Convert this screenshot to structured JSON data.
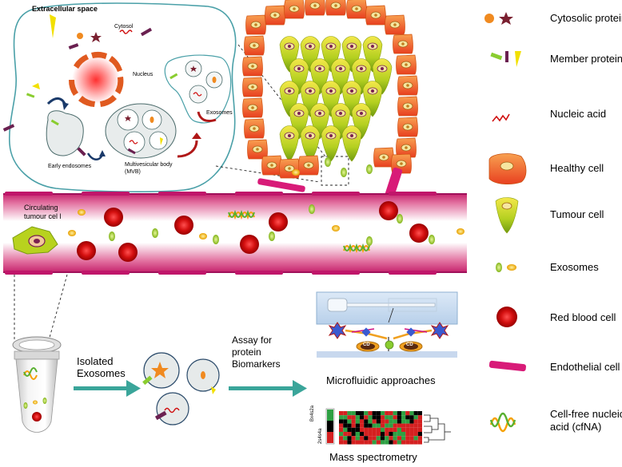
{
  "cell_diagram": {
    "extracellular_label": "Extracellular space",
    "cytosol_label": "Cytosol",
    "nucleus_label": "Nucleus",
    "exosomes_label": "Exosomes",
    "early_endosomes_label": "Early endosomes",
    "mvb_label_line1": "Multivesicular body",
    "mvb_label_line2": "(MVB)"
  },
  "vessel": {
    "ctc_label_line1": "Circulating",
    "ctc_label_line2": "tumour cel l"
  },
  "workflow": {
    "isolated_line1": "Isolated",
    "isolated_line2": "Exosomes",
    "assay_line1": "Assay for",
    "assay_line2": "protein",
    "assay_line3": "Biomarkers",
    "microfluidic_label": "Microfluidic approaches",
    "mass_spec_label": "Mass spectrometry",
    "cd_tag": "CD",
    "heatmap_sample_1": "Bx4s2a",
    "heatmap_sample_2": "2s4s4a",
    "heatmap_colors": [
      "#2ea043",
      "#000000",
      "#d42020"
    ]
  },
  "legend": [
    {
      "label": "Cytosolic proteins",
      "icon": "orange-circle-and-star-icon"
    },
    {
      "label": "Member proteins",
      "icon": "membrane-protein-icon"
    },
    {
      "label": "Nucleic acid",
      "icon": "nucleic-acid-squiggle-icon"
    },
    {
      "label": "Healthy cell",
      "icon": "healthy-cell-icon"
    },
    {
      "label": "Tumour cell",
      "icon": "tumour-cell-icon"
    },
    {
      "label": "Exosomes",
      "icon": "exosome-icon"
    },
    {
      "label": "Red blood cell",
      "icon": "red-blood-cell-icon"
    },
    {
      "label": "Endothelial cell",
      "icon": "endothelial-cell-icon"
    },
    {
      "label_line1": "Cell-free nucleic",
      "label_line2": "acid (cfNA)",
      "icon": "cfna-helix-icon"
    }
  ],
  "colors": {
    "vessel": "#e0357f",
    "healthy_cell": "#f07030",
    "tumour_cell": "#a8c820",
    "red_blood_cell": "#cc1010",
    "exosome_arrow": "#3aa59a"
  }
}
